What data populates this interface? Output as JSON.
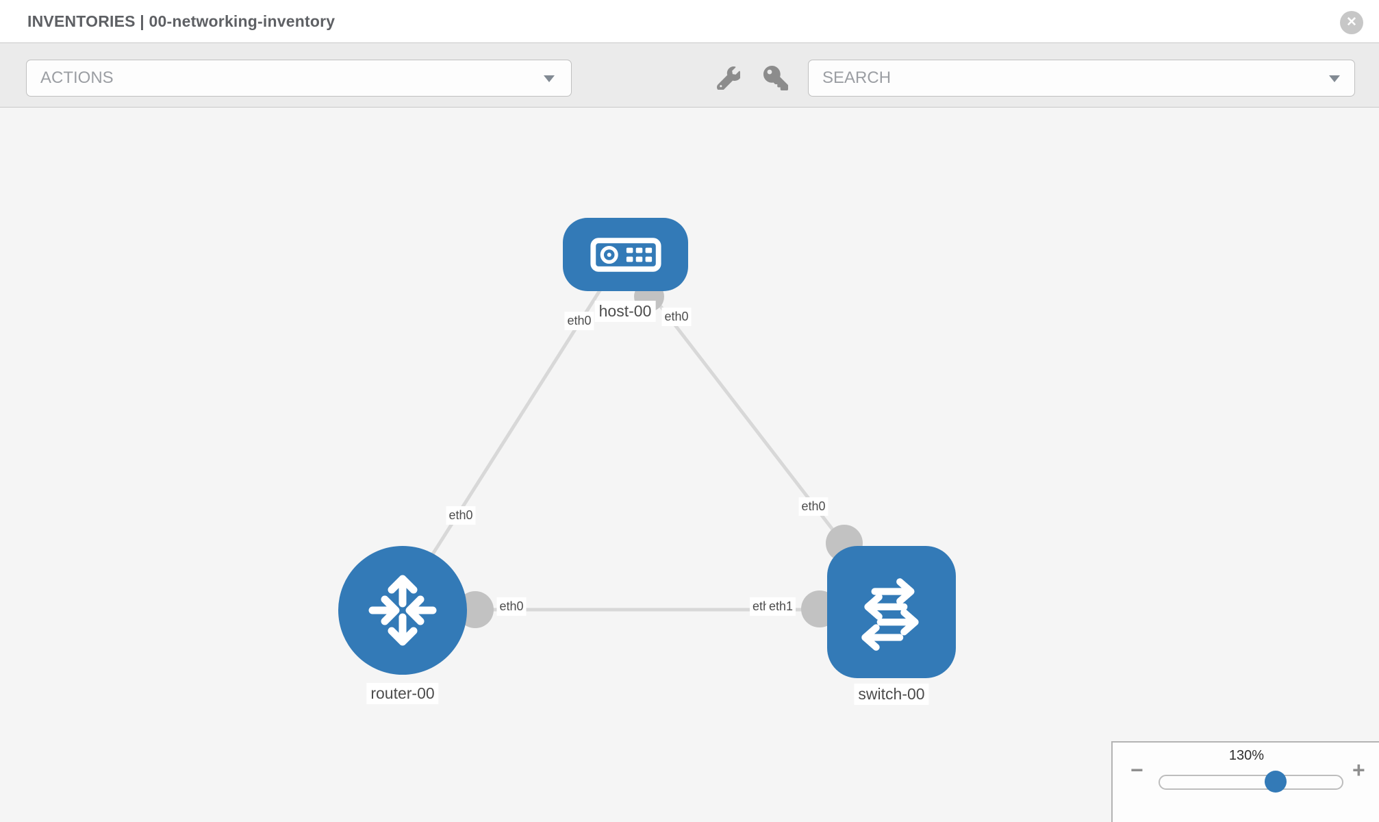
{
  "colors": {
    "accent_blue": "#337ab7",
    "edge_gray": "#d8d8d8",
    "connector_gray": "#c2c2c2",
    "toolbar_gray": "#ebebeb",
    "canvas_gray": "#f5f5f5"
  },
  "header": {
    "title": "INVENTORIES | 00-networking-inventory",
    "close_glyph": "✕"
  },
  "toolbar": {
    "actions_label": "ACTIONS",
    "search_placeholder": "SEARCH",
    "icons": [
      "wrench-icon",
      "key-icon"
    ]
  },
  "topology": {
    "nodes": [
      {
        "id": "host-00",
        "type": "host",
        "label": "host-00"
      },
      {
        "id": "router-00",
        "type": "router",
        "label": "router-00"
      },
      {
        "id": "switch-00",
        "type": "switch",
        "label": "switch-00"
      }
    ],
    "links": [
      {
        "source": "host-00",
        "target": "router-00",
        "source_interface": "eth0",
        "target_interface": "eth0"
      },
      {
        "source": "host-00",
        "target": "switch-00",
        "source_interface": "eth0",
        "target_interface": "eth0"
      },
      {
        "source": "router-00",
        "target": "switch-00",
        "source_interface": "eth0",
        "target_interface": "eth1",
        "overlapped_label": "eth0"
      }
    ]
  },
  "zoom_control": {
    "value": "130%",
    "minus_glyph": "−",
    "plus_glyph": "+"
  }
}
